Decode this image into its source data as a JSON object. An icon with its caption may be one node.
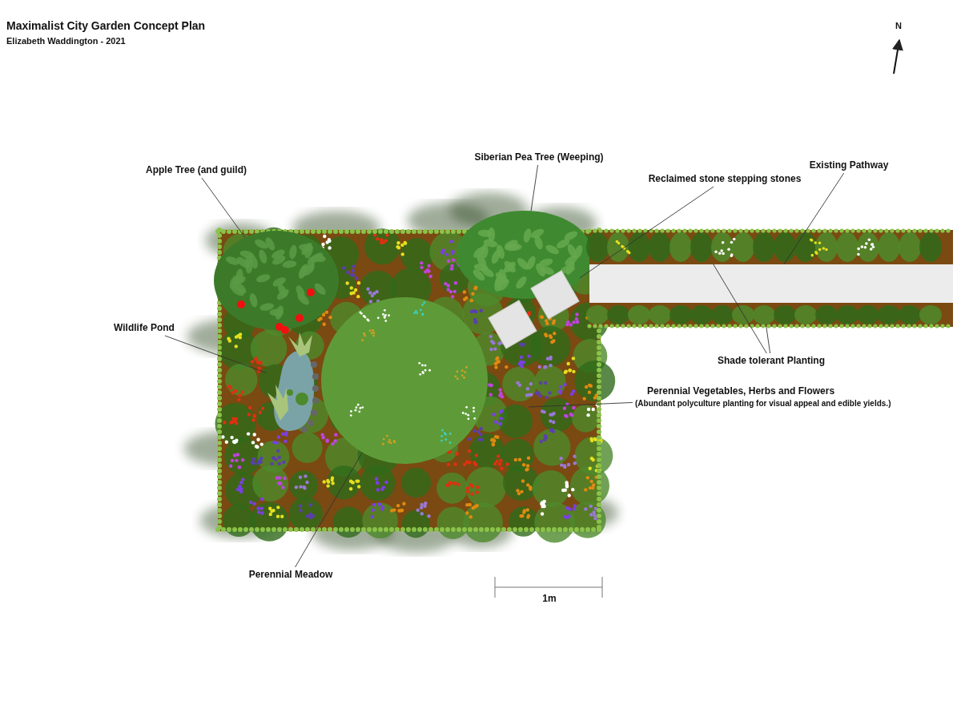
{
  "diagram": {
    "title": "Maximalist City Garden Concept Plan",
    "nodes": [
      {
        "text": [
          "Siberian Pea Tree (Weeping)"
        ]
      },
      {
        "text": [
          "Existing Pathway"
        ]
      },
      {
        "text": [
          "Apple Tree (and guild)"
        ]
      },
      {
        "text": [
          "Reclaimed stone stepping stones"
        ]
      },
      {
        "text": [
          "Wildlife Pond"
        ]
      },
      {
        "text": [
          "Shade tolerant Planting"
        ]
      },
      {
        "text": [
          "Perennial Vegetables, Herbs and Flowers",
          "(Abundant polyculture planting for visual appeal and edible yields.)"
        ]
      },
      {
        "text": [
          "Perennial Meadow"
        ]
      },
      {
        "text": [],
        "shape": "picture"
      },
      {
        "text": [],
        "shape": "picture"
      },
      {
        "text": [],
        "shape": "box"
      },
      {
        "text": [],
        "shape": "bar"
      },
      {
        "text": [],
        "shape": "bar"
      },
      {
        "text": [],
        "shape": "bar"
      },
      {
        "text": [],
        "shape": "picture"
      },
      {
        "text": [],
        "shape": "circle"
      }
    ],
    "edges": [
      {
        "from": 2,
        "to": 8,
        "arrow": "none"
      },
      {
        "from": 0,
        "to": 9,
        "arrow": "none"
      },
      {
        "from": 3,
        "to": 10,
        "arrow": "none"
      },
      {
        "from": 1,
        "to": 12,
        "arrow": "none"
      },
      {
        "from": 5,
        "to": 11,
        "arrow": "none"
      },
      {
        "from": 5,
        "to": 13,
        "arrow": "none"
      },
      {
        "from": 4,
        "to": 14,
        "arrow": "none"
      },
      {
        "from": 6,
        "to": null,
        "arrow": "none"
      },
      {
        "from": 7,
        "to": 15,
        "arrow": "none"
      }
    ],
    "labels": [
      "Elizabeth Waddington - 2021",
      "N",
      "1m"
    ]
  }
}
